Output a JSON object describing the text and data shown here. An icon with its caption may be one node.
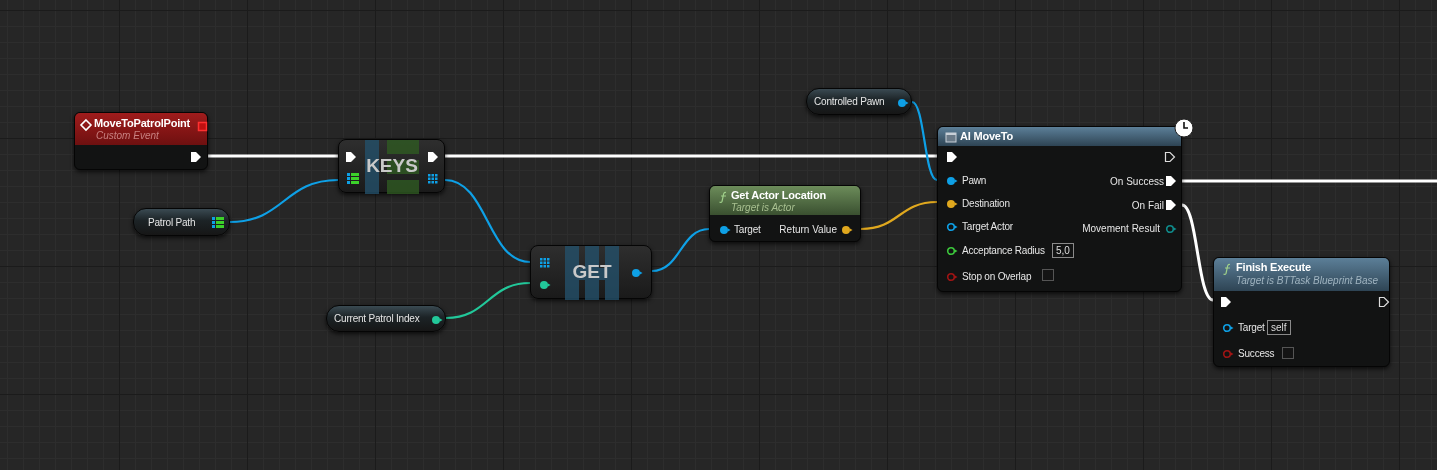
{
  "diagram": {
    "nodes": [
      {
        "text": [
          "MoveToPatrolPoint",
          "Custom Event"
        ]
      },
      {
        "text": [
          "KEYS"
        ]
      },
      {
        "text": [
          "Patrol Path"
        ]
      },
      {
        "text": [
          "GET"
        ]
      },
      {
        "text": [
          "Current Patrol Index"
        ]
      },
      {
        "text": [
          "Get Actor Location",
          "Target is Actor",
          "Target",
          "Return Value"
        ]
      },
      {
        "text": [
          "Controlled Pawn"
        ]
      },
      {
        "text": [
          "AI MoveTo",
          "Pawn",
          "On Success",
          "Destination",
          "On Fail",
          "Target Actor",
          "Movement Result",
          "Acceptance Radius",
          "5,0",
          "Stop on Overlap"
        ]
      },
      {
        "text": [
          "Finish Execute",
          "Target is BTTask Blueprint Base",
          "Target",
          "self",
          "Success"
        ]
      }
    ],
    "edges": [
      {
        "from": 0,
        "to": 1,
        "arrow": "none",
        "color": "#ffffff"
      },
      {
        "from": 1,
        "to": 7,
        "arrow": "none",
        "color": "#ffffff"
      },
      {
        "from": 2,
        "to": 1,
        "arrow": "none",
        "color": "#0ea0e6"
      },
      {
        "from": 1,
        "to": 3,
        "arrow": "none",
        "color": "#0ea0e6"
      },
      {
        "from": 4,
        "to": 3,
        "arrow": "none",
        "color": "#22c89a"
      },
      {
        "from": 3,
        "to": 5,
        "arrow": "none",
        "color": "#0ea0e6"
      },
      {
        "from": 5,
        "to": 7,
        "arrow": "none",
        "color": "#e0a81e"
      },
      {
        "from": 6,
        "to": 7,
        "arrow": "none",
        "color": "#0ea0e6"
      },
      {
        "from": 7,
        "to": 8,
        "arrow": "none",
        "color": "#ffffff"
      },
      {
        "from": 7,
        "to": null,
        "arrow": "none",
        "color": "#ffffff"
      }
    ]
  }
}
